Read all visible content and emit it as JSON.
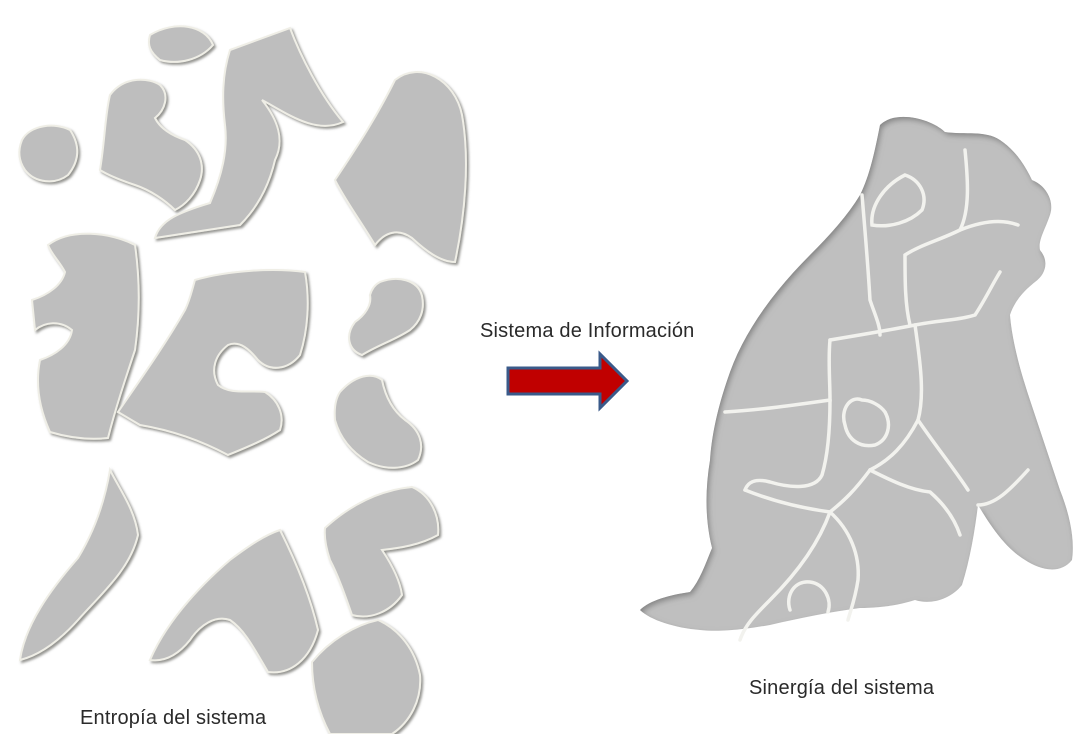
{
  "labels": {
    "left": "Entropía del sistema",
    "middle": "Sistema de Información",
    "right": "Sinergía del sistema"
  },
  "colors": {
    "piece_fill": "#bebebe",
    "piece_shadow": "#8a8a86",
    "piece_rim": "#efeee6",
    "arrow_fill": "#c00000",
    "arrow_stroke": "#3a5a8a",
    "background": "#ffffff"
  },
  "icons": {
    "arrow": "right-arrow-icon"
  }
}
